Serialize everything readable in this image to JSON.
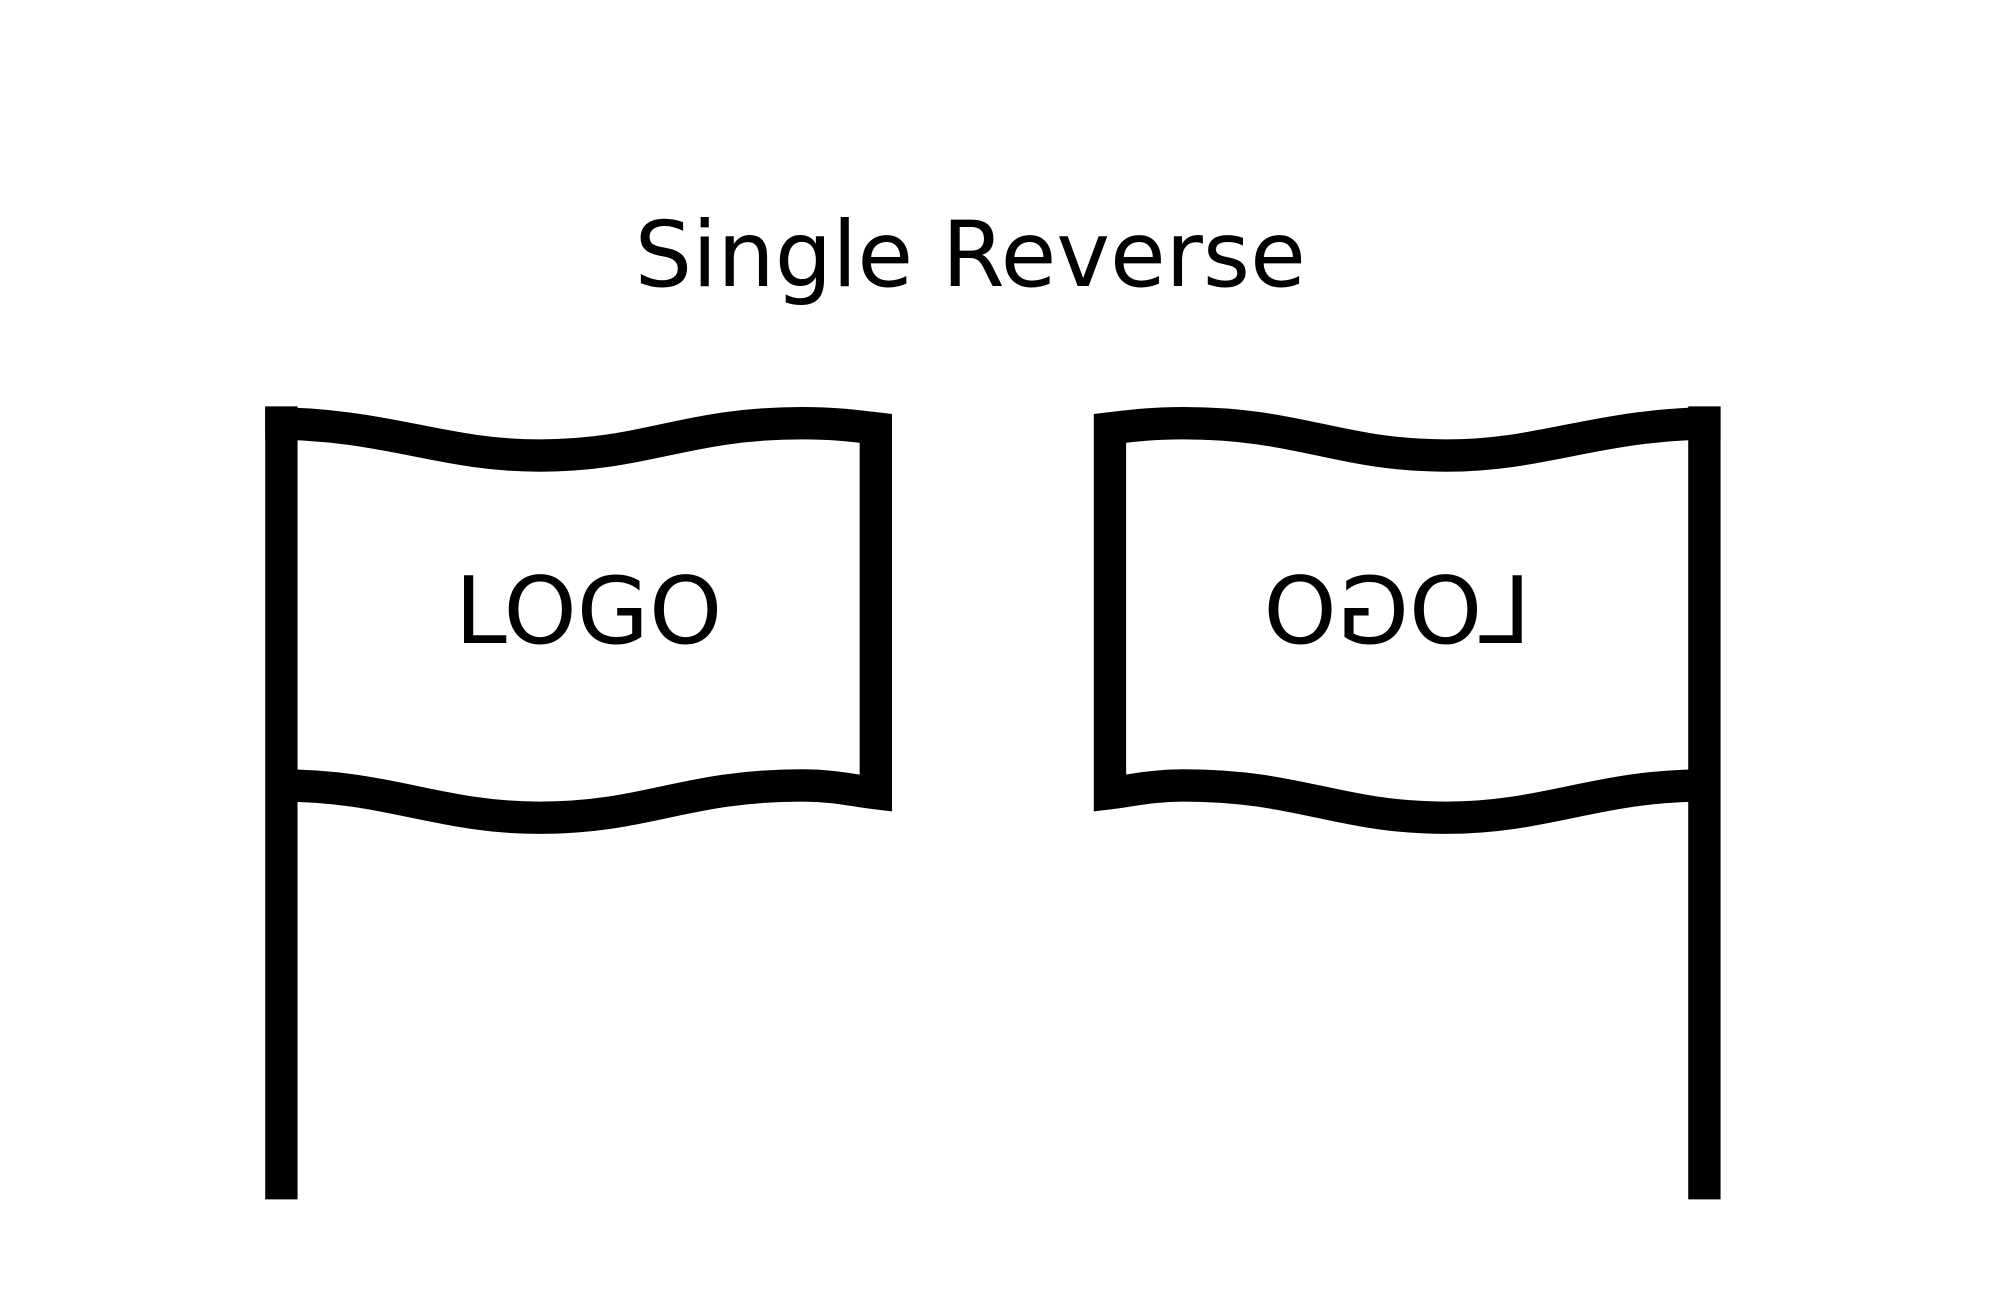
{
  "title": "Single Reverse",
  "flags": [
    {
      "label": "LOGO",
      "orientation": "normal"
    },
    {
      "label": "LOGO",
      "orientation": "mirrored"
    }
  ],
  "colors": {
    "stroke": "#000000",
    "background": "#ffffff"
  }
}
